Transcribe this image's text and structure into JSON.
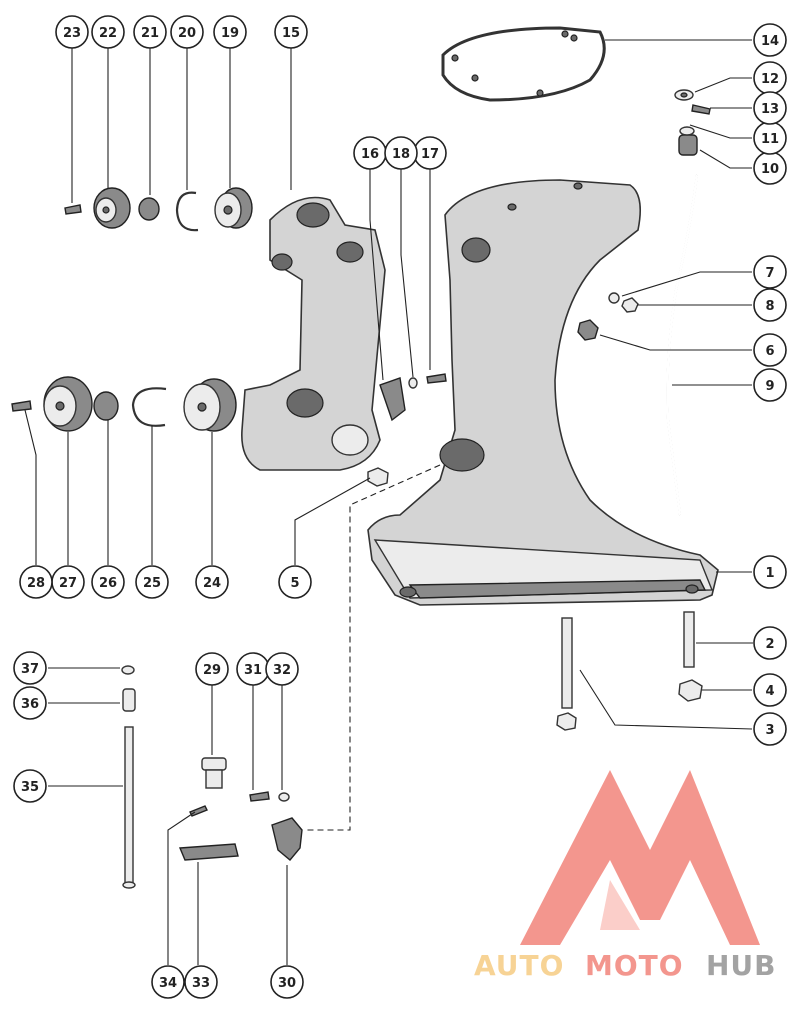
{
  "callouts": [
    {
      "id": "1",
      "label": "1"
    },
    {
      "id": "2",
      "label": "2"
    },
    {
      "id": "3",
      "label": "3"
    },
    {
      "id": "4",
      "label": "4"
    },
    {
      "id": "5",
      "label": "5"
    },
    {
      "id": "6",
      "label": "6"
    },
    {
      "id": "7",
      "label": "7"
    },
    {
      "id": "8",
      "label": "8"
    },
    {
      "id": "9",
      "label": "9"
    },
    {
      "id": "10",
      "label": "10"
    },
    {
      "id": "11",
      "label": "11"
    },
    {
      "id": "12",
      "label": "12"
    },
    {
      "id": "13",
      "label": "13"
    },
    {
      "id": "14",
      "label": "14"
    },
    {
      "id": "15",
      "label": "15"
    },
    {
      "id": "16",
      "label": "16"
    },
    {
      "id": "17",
      "label": "17"
    },
    {
      "id": "18",
      "label": "18"
    },
    {
      "id": "19",
      "label": "19"
    },
    {
      "id": "20",
      "label": "20"
    },
    {
      "id": "21",
      "label": "21"
    },
    {
      "id": "22",
      "label": "22"
    },
    {
      "id": "23",
      "label": "23"
    },
    {
      "id": "24",
      "label": "24"
    },
    {
      "id": "25",
      "label": "25"
    },
    {
      "id": "26",
      "label": "26"
    },
    {
      "id": "27",
      "label": "27"
    },
    {
      "id": "28",
      "label": "28"
    },
    {
      "id": "29",
      "label": "29"
    },
    {
      "id": "30",
      "label": "30"
    },
    {
      "id": "31",
      "label": "31"
    },
    {
      "id": "32",
      "label": "32"
    },
    {
      "id": "33",
      "label": "33"
    },
    {
      "id": "34",
      "label": "34"
    },
    {
      "id": "35",
      "label": "35"
    },
    {
      "id": "36",
      "label": "36"
    },
    {
      "id": "37",
      "label": "37"
    }
  ],
  "watermark": {
    "part1": "AUTO",
    "part2": "MOTO",
    "part3": "HUB",
    "color_red": "#f28b82",
    "color_yellow": "#f7cf8a",
    "color_gray": "#9a9a9a"
  }
}
